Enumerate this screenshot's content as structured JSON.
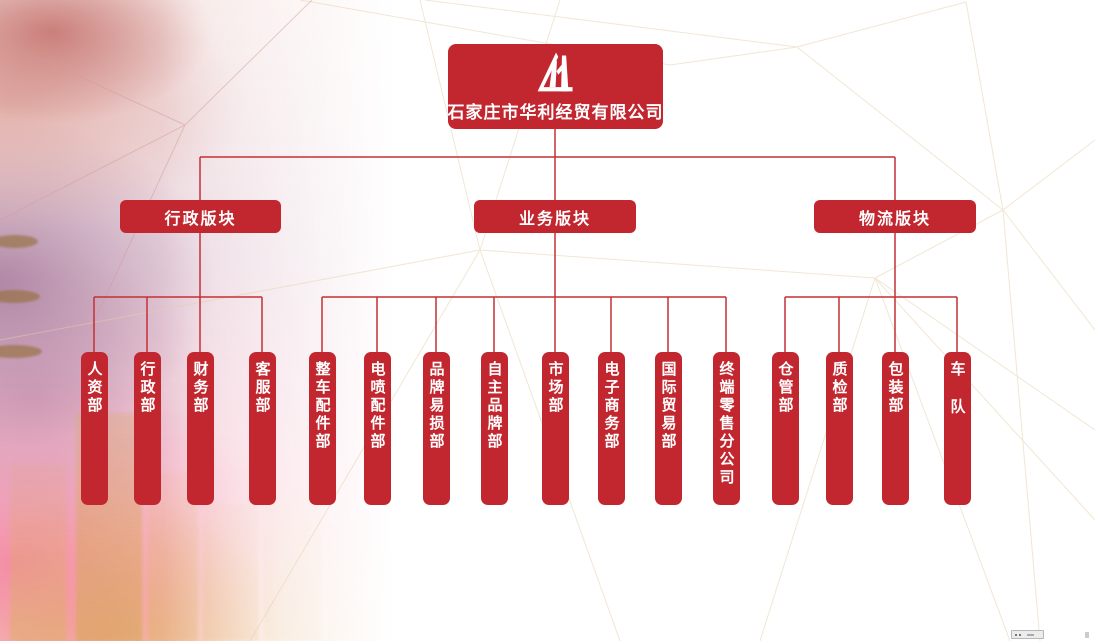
{
  "company": {
    "name": "石家庄市华利经贸有限公司",
    "logo_icon": "mountain-m-logo"
  },
  "colors": {
    "node_red": "#c2272f",
    "connector_red": "#c43036",
    "node_text": "#ffffff",
    "mesh_line_beige": "#e5cfa8",
    "mesh_line_pink": "#d49a9a"
  },
  "org": {
    "root": {
      "label": "石家庄市华利经贸有限公司"
    },
    "sections": [
      {
        "label": "行政版块",
        "departments": [
          "人资部",
          "行政部",
          "财务部",
          "客服部"
        ]
      },
      {
        "label": "业务版块",
        "departments": [
          "整车配件部",
          "电喷配件部",
          "品牌易损部",
          "自主品牌部",
          "市场部",
          "电子商务部",
          "国际贸易部",
          "终端零售分公司"
        ]
      },
      {
        "label": "物流版块",
        "departments": [
          "仓管部",
          "质检部",
          "包装部",
          "车队"
        ]
      }
    ]
  }
}
